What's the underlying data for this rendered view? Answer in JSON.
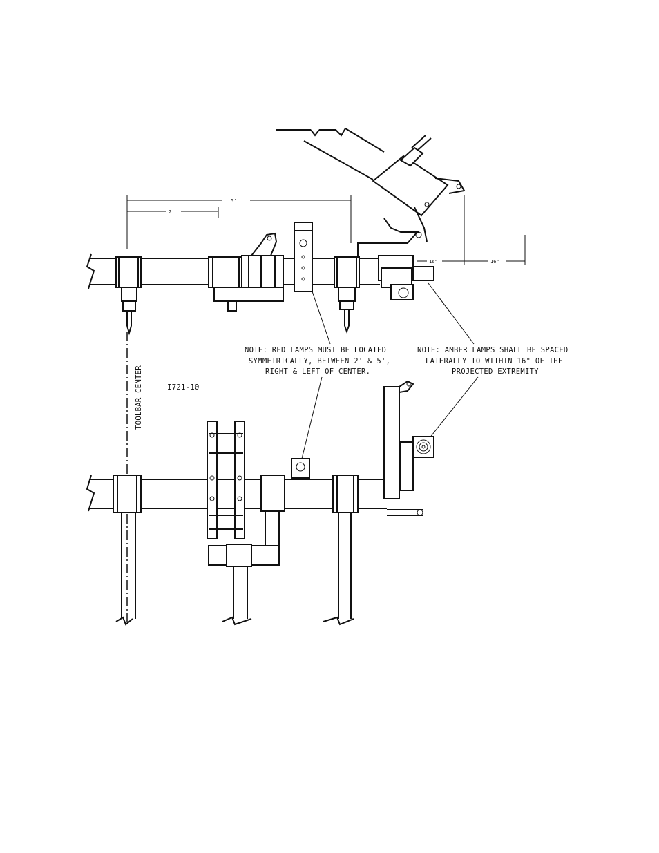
{
  "drawing": {
    "figure_id": "I721-10",
    "centerline_label": "TOOLBAR CENTER",
    "dimensions": {
      "outer_span": "5'",
      "inner_span": "2'",
      "amber_left": "16\"",
      "amber_right": "16\""
    },
    "notes": {
      "red_lamps": [
        "NOTE: RED LAMPS MUST BE LOCATED",
        "SYMMETRICALLY, BETWEEN 2' & 5',",
        "RIGHT & LEFT OF CENTER."
      ],
      "amber_lamps": [
        "NOTE: AMBER LAMPS SHALL BE SPACED",
        "LATERALLY TO WITHIN 16\" OF THE",
        "PROJECTED EXTREMITY"
      ]
    }
  }
}
